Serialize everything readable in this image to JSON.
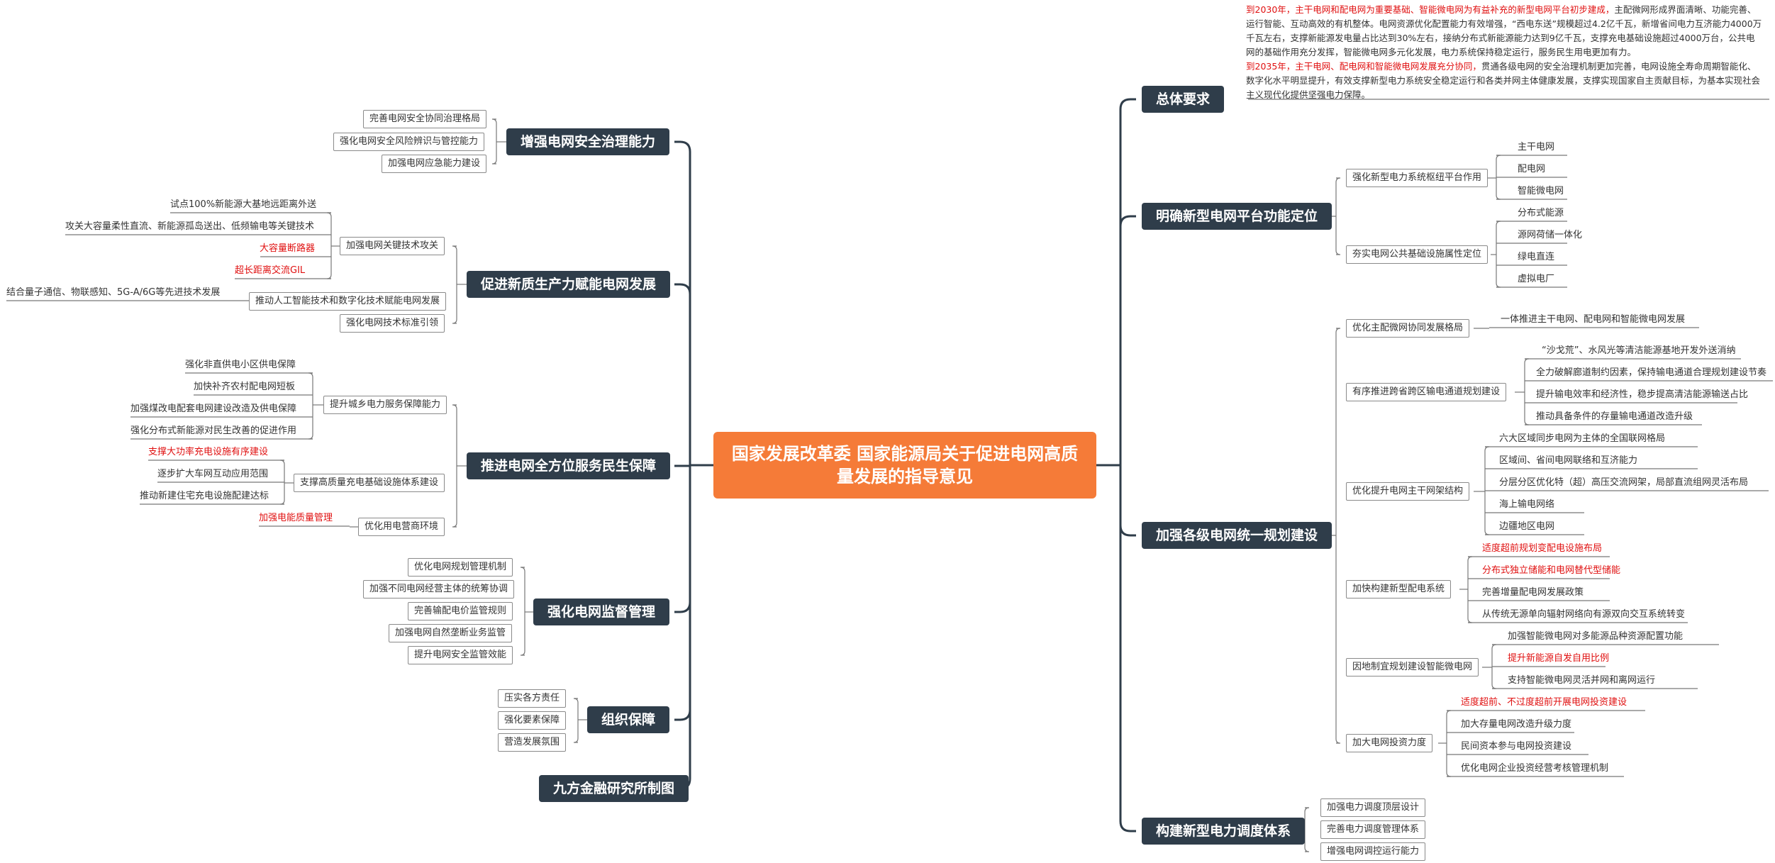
{
  "root": "国家发展改革委 国家能源局关于促进电网高质量发展的指导意见",
  "colors": {
    "root_fill": "#f57b38",
    "main_fill": "#2f3d4a",
    "highlight_text": "#e01010",
    "line": "#2f3d4a"
  },
  "left": {
    "safety": {
      "title": "增强电网安全治理能力",
      "items": [
        "完善电网安全协同治理格局",
        "强化电网安全风险辨识与管控能力",
        "加强电网应急能力建设"
      ]
    },
    "productivity": {
      "title": "促进新质生产力赋能电网发展",
      "tech": {
        "label": "加强电网关键技术攻关",
        "leaves": [
          "试点100%新能源大基地远距离外送",
          "攻关大容量柔性直流、新能源孤岛送出、低频输电等关键技术",
          "大容量断路器",
          "超长距离交流GIL"
        ]
      },
      "ai": {
        "label": "推动人工智能技术和数字化技术赋能电网发展",
        "leaves": [
          "结合量子通信、物联感知、5G-A/6G等先进技术发展"
        ]
      },
      "standard": {
        "label": "强化电网技术标准引领"
      }
    },
    "livelihood": {
      "title": "推进电网全方位服务民生保障",
      "urban": {
        "label": "提升城乡电力服务保障能力",
        "leaves": [
          "强化非直供电小区供电保障",
          "加快补齐农村配电网短板",
          "加强煤改电配套电网建设改造及供电保障",
          "强化分布式新能源对民生改善的促进作用"
        ]
      },
      "charging": {
        "label": "支撑高质量充电基础设施体系建设",
        "leaves": [
          "支撑大功率充电设施有序建设",
          "逐步扩大车网互动应用范围",
          "推动新建住宅充电设施配建达标"
        ]
      },
      "environment": {
        "label": "优化用电营商环境",
        "leaves": [
          "加强电能质量管理"
        ]
      }
    },
    "supervision": {
      "title": "强化电网监督管理",
      "items": [
        "优化电网规划管理机制",
        "加强不同电网经营主体的统筹协调",
        "完善输配电价监管规则",
        "加强电网自然垄断业务监管",
        "提升电网安全监管效能"
      ]
    },
    "organization": {
      "title": "组织保障",
      "items": [
        "压实各方责任",
        "强化要素保障",
        "营造发展氛围"
      ]
    },
    "credit": {
      "title": "九方金融研究所制图"
    }
  },
  "right": {
    "overall": {
      "title": "总体要求",
      "p1_red": "到2030年，主干电网和配电网为重要基础、智能微电网为有益补充的新型电网平台初步建成，",
      "p1": "主配微网形成界面清晰、功能完善、运行智能、互动高效的有机整体。电网资源优化配置能力有效增强，“西电东送”规模超过4.2亿千瓦，新增省间电力互济能力4000万千瓦左右，支撑新能源发电量占比达到30%左右，接纳分布式新能源能力达到9亿千瓦，支撑充电基础设施超过4000万台，公共电网的基础作用充分发挥，智能微电网多元化发展，电力系统保持稳定运行，服务民生用电更加有力。",
      "p2_red": "到2035年，主干电网、配电网和智能微电网发展充分协同，",
      "p2": "贯通各级电网的安全治理机制更加完善，电网设施全寿命周期智能化、数字化水平明显提升，有效支撑新型电力系统安全稳定运行和各类并网主体健康发展，支撑实现国家自主贡献目标，为基本实现社会主义现代化提供坚强电力保障。"
    },
    "positioning": {
      "title": "明确新型电网平台功能定位",
      "hub": {
        "label": "强化新型电力系统枢纽平台作用",
        "leaves": [
          "主干电网",
          "配电网",
          "智能微电网"
        ]
      },
      "infra": {
        "label": "夯实电网公共基础设施属性定位",
        "leaves": [
          "分布式能源",
          "源网荷储一体化",
          "绿电直连",
          "虚拟电厂"
        ]
      }
    },
    "planning": {
      "title": "加强各级电网统一规划建设",
      "coord": {
        "label": "优化主配微网协同发展格局",
        "leaves": [
          "一体推进主干电网、配电网和智能微电网发展"
        ]
      },
      "cross": {
        "label": "有序推进跨省跨区输电通道规划建设",
        "leaves": [
          "“沙戈荒”、水风光等清洁能源基地开发外送消纳",
          "全力破解廊道制约因素，保持输电通道合理规划建设节奏",
          "提升输电效率和经济性，稳步提高清洁能源输送占比",
          "推动具备条件的存量输电通道改造升级"
        ]
      },
      "backbone": {
        "label": "优化提升电网主干网架结构",
        "leaves": [
          "六大区域同步电网为主体的全国联网格局",
          "区域间、省间电网联络和互济能力",
          "分层分区优化特（超）高压交流网架，局部直流组网灵活布局",
          "海上输电网络",
          "边疆地区电网"
        ]
      },
      "distribution": {
        "label": "加快构建新型配电系统",
        "leaves": [
          "适度超前规划变配电设施布局",
          "分布式独立储能和电网替代型储能",
          "完善增量配电网发展政策",
          "从传统无源单向辐射网络向有源双向交互系统转变"
        ]
      },
      "microgrid": {
        "label": "因地制宜规划建设智能微电网",
        "leaves": [
          "加强智能微电网对多能源品种资源配置功能",
          "提升新能源自发自用比例",
          "支持智能微电网灵活并网和离网运行"
        ]
      },
      "investment": {
        "label": "加大电网投资力度",
        "leaves": [
          "适度超前、不过度超前开展电网投资建设",
          "加大存量电网改造升级力度",
          "民间资本参与电网投资建设",
          "优化电网企业投资经营考核管理机制"
        ]
      }
    },
    "dispatch": {
      "title": "构建新型电力调度体系",
      "items": [
        "加强电力调度顶层设计",
        "完善电力调度管理体系",
        "增强电网调控运行能力"
      ]
    }
  }
}
